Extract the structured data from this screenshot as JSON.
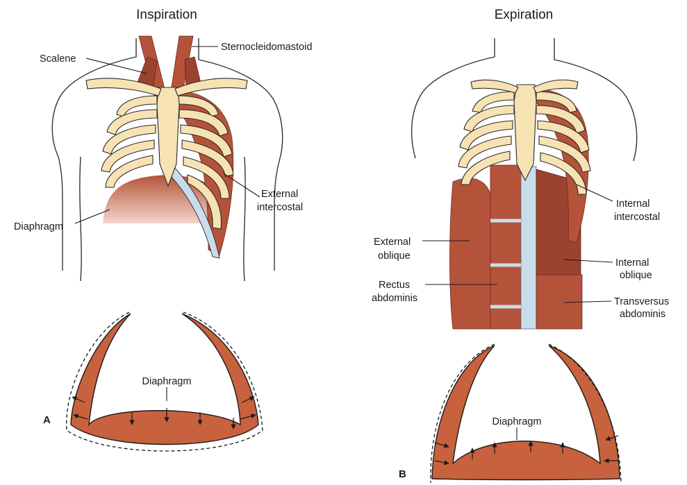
{
  "titles": {
    "inspiration": "Inspiration",
    "expiration": "Expiration"
  },
  "panel_labels": {
    "a": "A",
    "b": "B"
  },
  "inspiration_labels": {
    "scalene": "Scalene",
    "sternocleidomastoid": "Sternocleidomastoid",
    "external_intercostal_1": "External",
    "external_intercostal_2": "intercostal",
    "diaphragm": "Diaphragm"
  },
  "expiration_labels": {
    "internal_intercostal_1": "Internal",
    "internal_intercostal_2": "intercostal",
    "external_oblique_1": "External",
    "external_oblique_2": "oblique",
    "internal_oblique_1": "Internal",
    "internal_oblique_2": "oblique",
    "rectus_abdominis_1": "Rectus",
    "rectus_abdominis_2": "abdominis",
    "transversus_abdominis_1": "Transversus",
    "transversus_abdominis_2": "abdominis"
  },
  "dome_labels": {
    "diaphragm_a": "Diaphragm",
    "diaphragm_b": "Diaphragm"
  },
  "colors": {
    "muscle": "#b5533a",
    "bone": "#f6e2b3",
    "cartilage": "#c8dde9",
    "dome_band": "#c8613e"
  }
}
